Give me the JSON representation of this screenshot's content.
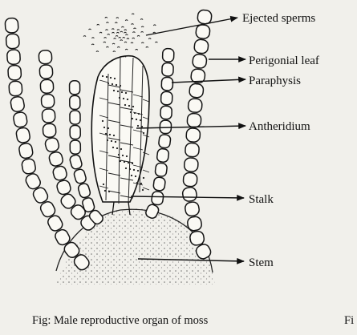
{
  "labels": {
    "ejected_sperms": "Ejected sperms",
    "perigonial_leaf": "Perigonial leaf",
    "paraphysis": "Paraphysis",
    "antheridium": "Antheridium",
    "stalk": "Stalk",
    "stem": "Stem"
  },
  "caption": "Fig: Male reproductive organ of moss",
  "caption_fragment": "Fi",
  "colors": {
    "ink": "#161616",
    "paper": "#f1f0eb"
  }
}
